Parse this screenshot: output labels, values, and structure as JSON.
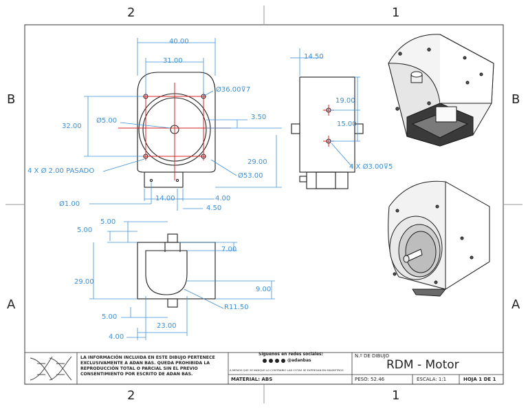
{
  "zones": {
    "top_left": "2",
    "top_right": "1",
    "bottom_left": "2",
    "bottom_right": "1",
    "left_top": "B",
    "left_bottom": "A",
    "right_top": "B",
    "right_bottom": "A"
  },
  "front_view": {
    "width": "40.00",
    "hole_spacing_h": "31.00",
    "counterbore": "Ø36.00⊽7",
    "height": "32.00",
    "center_hole": "Ø5.00",
    "offset": "3.50",
    "height2": "29.00",
    "through_holes": "4 X Ø 2.00 PASADO",
    "outer_dia": "Ø53.00",
    "small_dia": "Ø1.00",
    "base_width": "14.00",
    "base_offset": "4.00",
    "base_offset2": "4.50"
  },
  "side_view": {
    "width": "14.50",
    "hole_y1": "19.00",
    "hole_y2": "15.00",
    "holes": "4 X Ø3.00⊽5"
  },
  "bottom_view": {
    "d1": "5.00",
    "d2": "5.00",
    "d3": "7.00",
    "d4": "29.00",
    "d5": "9.00",
    "radius": "R11.50",
    "d6": "5.00",
    "d7": "23.00",
    "d8": "4.00"
  },
  "title_block": {
    "notice": [
      "LA INFORMACIÓN INCLUIDA EN ESTE DIBUJO PERTENECE",
      "EXCLUSIVAMENTE A ADAN BAS. QUEDA PROHIBIDA LA",
      "REPRODUCCIÓN TOTAL O PARCIAL SIN EL PREVIO",
      "CONSENTIMIENTO POR ESCRITO DE ADAN BAS."
    ],
    "social_title": "Síguenos en redes sociales:",
    "social_handle": "@adanbas",
    "units_note": "A MENOS QUE SE INDIQUE LO CONTRARIO LAS COTAS SE EXPRESAN EN MILIMETROS",
    "material": "MATERIAL: ABS",
    "drawing_no_label": "N.º DE DIBUJO",
    "drawing_title": "RDM - Motor",
    "weight": "PESO: 52.46",
    "scale": "ESCALA: 1:1",
    "sheet": "HOJA 1 DE 1"
  },
  "colors": {
    "dimension": "#3a8fd6",
    "centerline": "#d42020",
    "outline": "#1a1a1a"
  }
}
